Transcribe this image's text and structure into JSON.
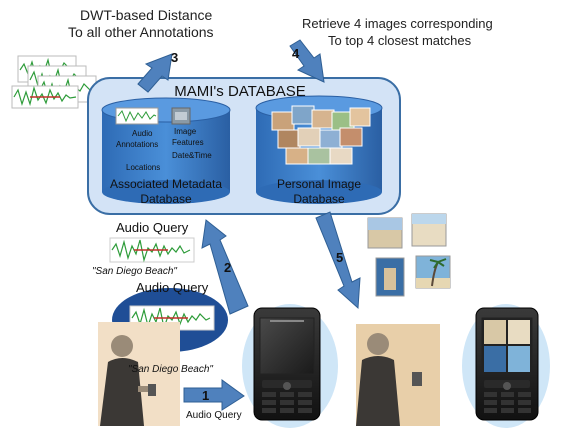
{
  "top_left": {
    "line1": "DWT-based Distance",
    "line2": "To all other Annotations"
  },
  "top_right": {
    "line1": "Retrieve 4 images corresponding",
    "line2": "To top 4 closest matches"
  },
  "steps": {
    "s1": "1",
    "s2": "2",
    "s3": "3",
    "s4": "4",
    "s5": "5"
  },
  "database": {
    "title": "MAMI's DATABASE",
    "meta_cylinder": {
      "audio_label_1": "Audio",
      "audio_label_2": "Annotations",
      "image_label_1": "Image",
      "image_label_2": "Features",
      "datetime": "Date&Time",
      "locations": "Locations",
      "title_1": "Associated Metadata",
      "title_2": "Database"
    },
    "image_cylinder": {
      "title_1": "Personal Image",
      "title_2": "Database"
    }
  },
  "audio_query": {
    "upper_label": "Audio Query",
    "upper_quote": "\"San Diego Beach\"",
    "bubble_label": "Audio Query",
    "bubble_quote": "\"San Diego Beach\"",
    "arrow_label": "Audio Query"
  },
  "colors": {
    "db_fill": "#cfe0f4",
    "db_stroke": "#3a6ea5",
    "cyl_fill": "#3d7cc4",
    "arrow_fill": "#4f81bd",
    "bubble": "#1f4e96"
  }
}
